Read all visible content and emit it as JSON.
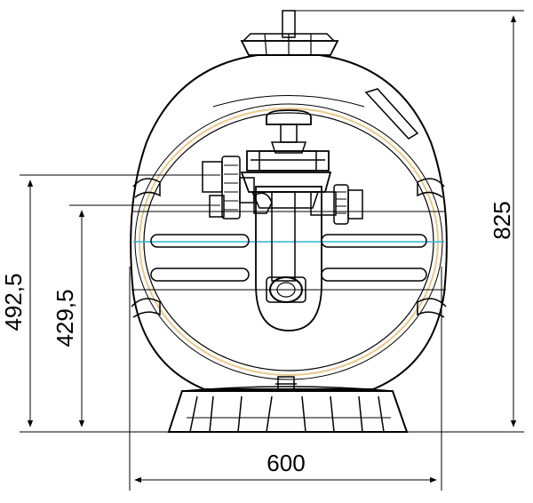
{
  "dimensions": {
    "width": "600",
    "total_height": "825",
    "inlet_height": "492,5",
    "outlet_height": "429,5"
  },
  "colors": {
    "outline": "#000000",
    "accent_ring": "#e8c98a",
    "waterline": "#29b6d6"
  }
}
